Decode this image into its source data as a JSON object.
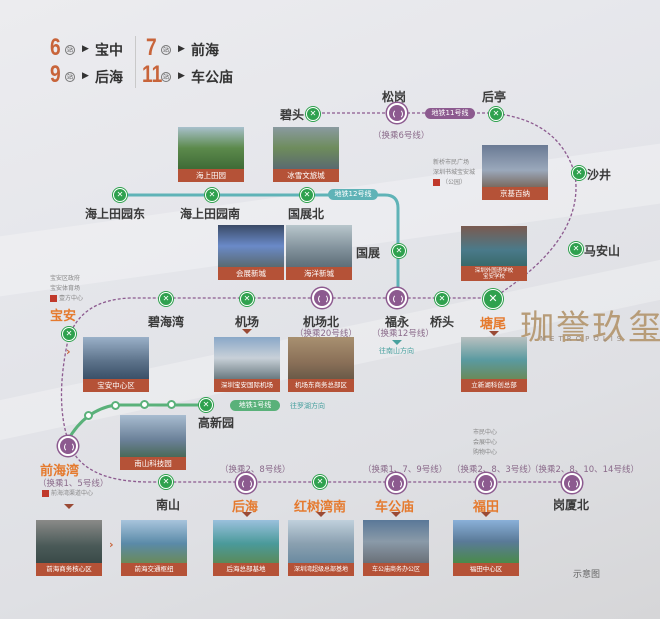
{
  "legend": [
    {
      "count": "6",
      "unit": "站",
      "dest": "宝中"
    },
    {
      "count": "7",
      "unit": "站",
      "dest": "前海"
    },
    {
      "count": "9",
      "unit": "站",
      "dest": "后海"
    },
    {
      "count": "11",
      "unit": "站",
      "dest": "车公庙"
    }
  ],
  "colors": {
    "line11": "#8c5a8f",
    "line12": "#5fb3b7",
    "line1": "#5ab17a",
    "mtr_green": "#2fa14e",
    "highlight": "#e57a2e",
    "card": "#b55237",
    "logo": "#b79c78"
  },
  "lines": {
    "line11_label": "地铁11号线",
    "line12_label": "地铁12号线",
    "line1_label": "地铁1号线"
  },
  "stations": {
    "bitou": "碧头",
    "songgang": {
      "name": "松岗",
      "xfer": "（换乘6号线）"
    },
    "houting": "后亭",
    "shajing": "沙井",
    "maanshan": "马安山",
    "tangwei": "塘尾",
    "qiaotou": "桥头",
    "fuyong": {
      "name": "福永",
      "xfer": "（换乘12号线）",
      "dir": "往南山方向"
    },
    "jichangbei": {
      "name": "机场北",
      "xfer": "（换乘20号线）"
    },
    "jichang": "机场",
    "bihaiwan": "碧海湾",
    "baoan": "宝安",
    "qianhaiwan": {
      "name": "前海湾",
      "xfer": "（换乘1、5号线）",
      "note": "前海湾渠道中心"
    },
    "nanshan": "南山",
    "houhai": {
      "name": "后海",
      "xfer": "（换乘2、8号线）"
    },
    "hongshuwannan": "红树湾南",
    "chegongmiao": {
      "name": "车公庙",
      "xfer": "（换乘1、7、9号线）"
    },
    "futian": {
      "name": "福田",
      "xfer": "（换乘2、8、3号线）"
    },
    "gangxiabei": {
      "name": "岗厦北",
      "xfer": "（换乘2、8、10、14号线）"
    },
    "haishangtianyuandong": "海上田园东",
    "haishangtianyuannan": "海上田园南",
    "guozhanbei": "国展北",
    "guozhan": "国展",
    "gaoxinyuan": "高新园",
    "line1_dir": "往罗湖方向"
  },
  "notes": {
    "shajing_pois": [
      "新桥市民广场",
      "深圳书城宝安城",
      "（公园）"
    ],
    "baoan_pois": [
      "宝安区政府",
      "宝安体育场",
      "壹方中心"
    ],
    "futian_pois": [
      "市民中心",
      "会展中心",
      "购物中心"
    ],
    "disclaimer": "示意图"
  },
  "cards": {
    "haishangtianyuan": "海上田园",
    "binxuewenlv": "冰雪文旅城",
    "jingjibainaa": "京基百纳",
    "huizhanxincheng": "会展新城",
    "haiyangxincheng": "海洋新城",
    "school": "深圳外国语学校\n宝安学校",
    "baoanzhongxin": "宝安中心区",
    "jichangintl": "深圳宝安国际机场",
    "jichangdong": "机场东商务总部区",
    "lixinhu": "立新湖科创总部",
    "nanshankeji": "南山科技园",
    "qianhaicore": "前海商务核心区",
    "qianhaijiaotong": "前海交通枢纽",
    "houhaizongbu": "后海总部基地",
    "shenzhenwan": "深圳湾超级总部基地",
    "chegongmiaooffice": "车公庙商务办公区",
    "futianzhongxin": "福田中心区"
  },
  "logo": {
    "zh": "珈誉玖玺",
    "en": "METROPOLIS"
  }
}
